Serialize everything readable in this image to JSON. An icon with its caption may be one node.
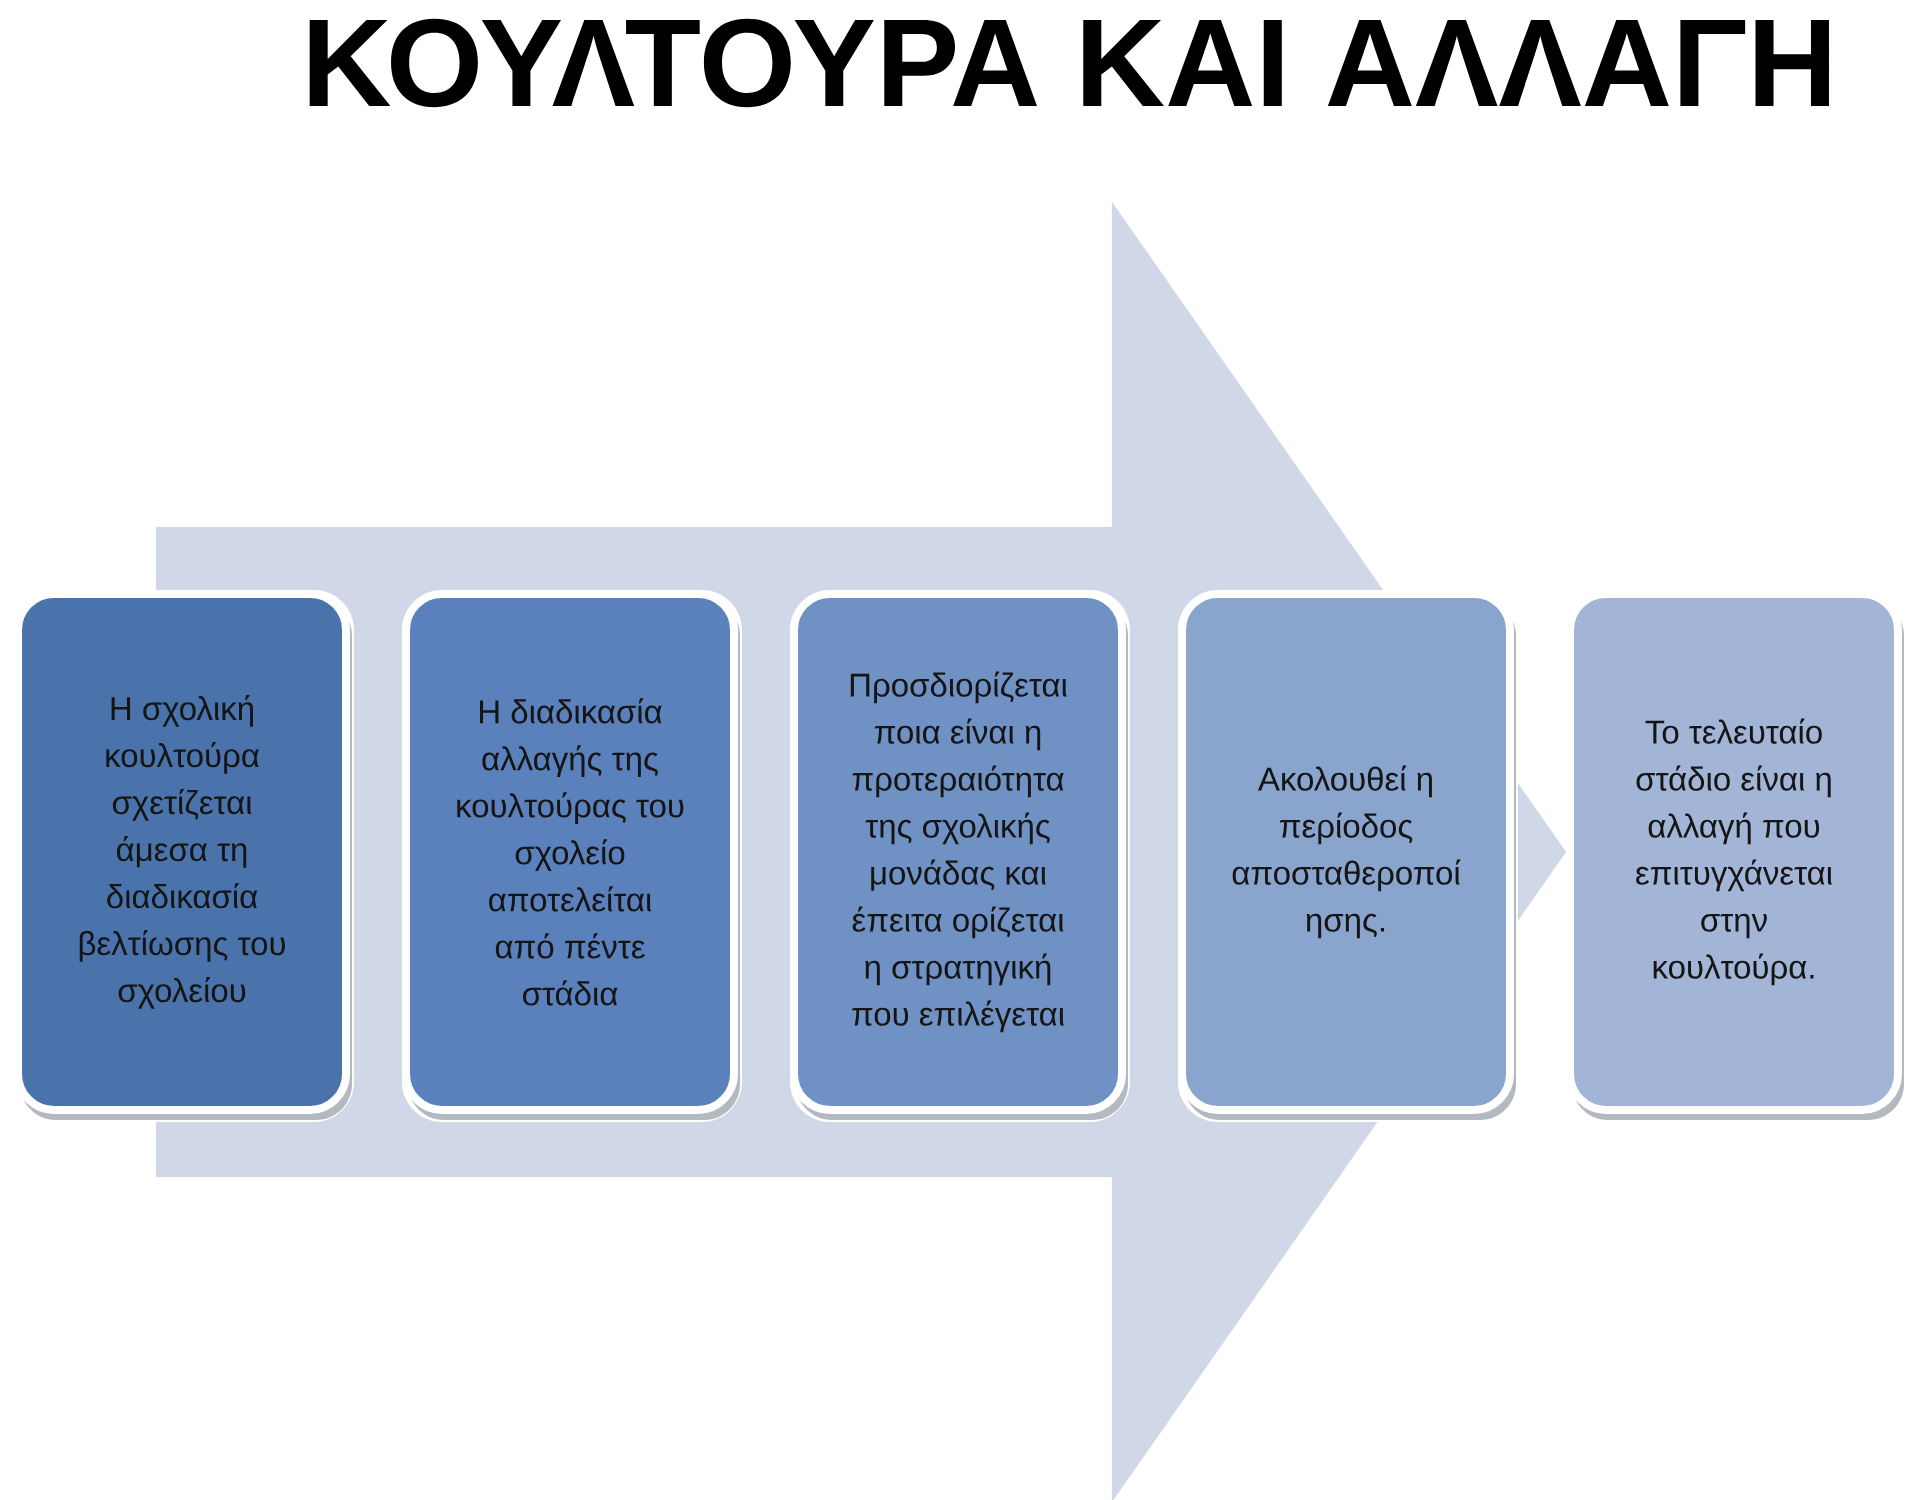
{
  "diagram": {
    "title": "ΚΟΥΛΤΟΥΡΑ ΚΑΙ ΑΛΛΑΓΗ",
    "nodes": [
      {
        "text": [
          "Η σχολική κουλτούρα σχετίζεται άμεσα τη διαδικασία βελτίωσης του σχολείου"
        ]
      },
      {
        "text": [
          "Η διαδικασία αλλαγής της κουλτούρας του σχολείο αποτελείται από πέντε στάδια"
        ]
      },
      {
        "text": [
          "Προσδιορίζεται ποια είναι η προτεραιότητα της σχολικής μονάδας και έπειτα ορίζεται η στρατηγική που επιλέγεται"
        ]
      },
      {
        "text": [
          "Ακολουθεί η περίοδος αποσταθεροποί ησης."
        ]
      },
      {
        "text": [
          "Το τελευταίο στάδιο είναι η αλλαγή που επιτυγχάνεται στην κουλτούρα."
        ]
      }
    ],
    "edges": [
      {
        "from": 0,
        "to": 4,
        "arrow": "to"
      }
    ]
  }
}
